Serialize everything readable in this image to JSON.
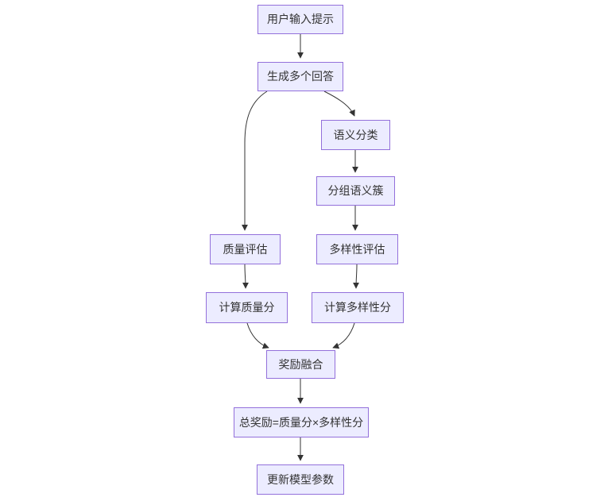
{
  "diagram": {
    "type": "flowchart",
    "direction": "top-down",
    "nodes": {
      "user_input": {
        "label": "用户输入提示"
      },
      "generate_responses": {
        "label": "生成多个回答"
      },
      "semantic_classification": {
        "label": "语义分类"
      },
      "group_semantic_clusters": {
        "label": "分组语义簇"
      },
      "quality_evaluation": {
        "label": "质量评估"
      },
      "diversity_evaluation": {
        "label": "多样性评估"
      },
      "compute_quality_score": {
        "label": "计算质量分"
      },
      "compute_diversity_score": {
        "label": "计算多样性分"
      },
      "reward_fusion": {
        "label": "奖励融合"
      },
      "total_reward": {
        "label": "总奖励=质量分×多样性分"
      },
      "update_model_params": {
        "label": "更新模型参数"
      }
    },
    "edges": [
      {
        "from": "user_input",
        "to": "generate_responses"
      },
      {
        "from": "generate_responses",
        "to": "semantic_classification"
      },
      {
        "from": "generate_responses",
        "to": "quality_evaluation"
      },
      {
        "from": "semantic_classification",
        "to": "group_semantic_clusters"
      },
      {
        "from": "group_semantic_clusters",
        "to": "diversity_evaluation"
      },
      {
        "from": "quality_evaluation",
        "to": "compute_quality_score"
      },
      {
        "from": "diversity_evaluation",
        "to": "compute_diversity_score"
      },
      {
        "from": "compute_quality_score",
        "to": "reward_fusion"
      },
      {
        "from": "compute_diversity_score",
        "to": "reward_fusion"
      },
      {
        "from": "reward_fusion",
        "to": "total_reward"
      },
      {
        "from": "total_reward",
        "to": "update_model_params"
      }
    ],
    "colors": {
      "node_fill": "#ECECFF",
      "node_border": "#9370DB",
      "edge": "#333333",
      "text": "#333333",
      "background": "#FFFFFF"
    }
  }
}
